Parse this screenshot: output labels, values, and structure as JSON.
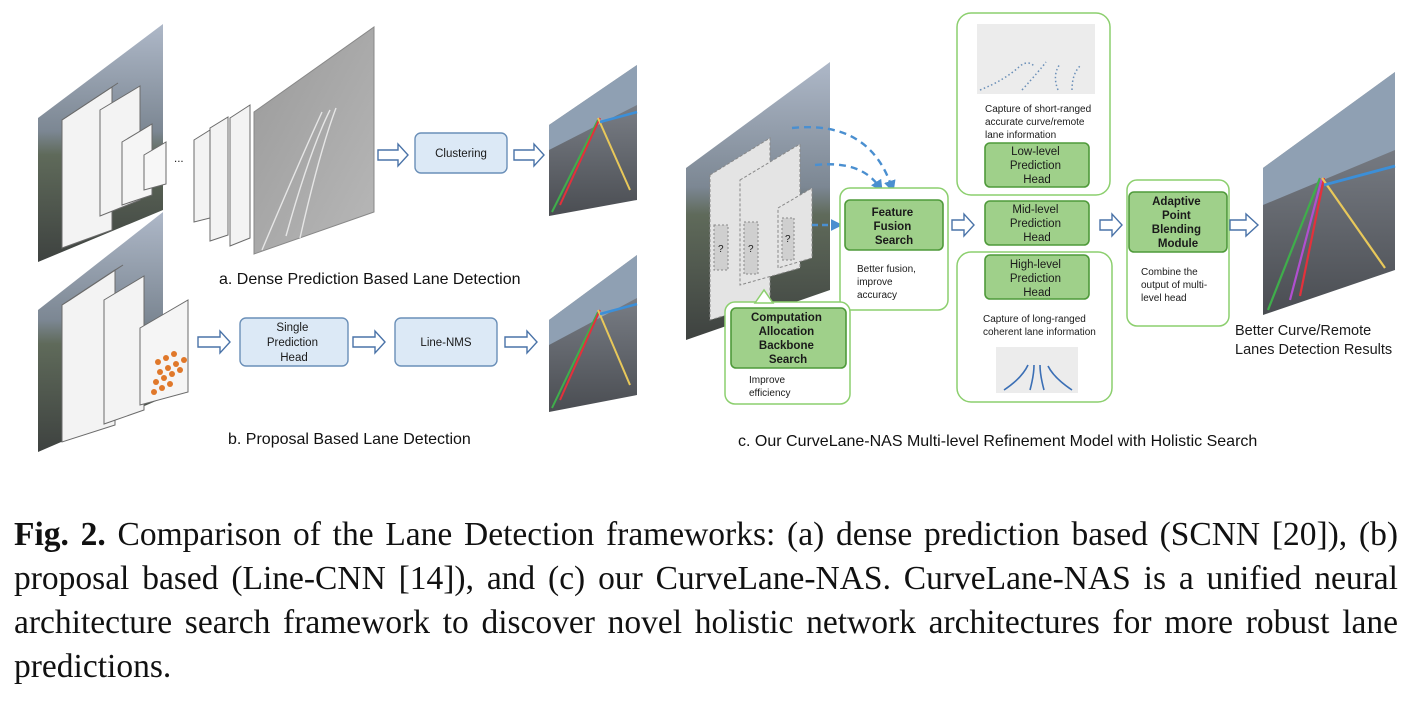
{
  "panel_a": {
    "ellipsis": "...",
    "clustering": "Clustering",
    "caption": "a. Dense Prediction Based Lane Detection"
  },
  "panel_b": {
    "head_lines": [
      "Single",
      "Prediction",
      "Head"
    ],
    "nms": "Line-NMS",
    "caption": "b. Proposal Based Lane Detection"
  },
  "panel_c": {
    "qmark": "?",
    "fusion_lines": [
      "Feature",
      "Fusion",
      "Search"
    ],
    "fusion_note": [
      "Better fusion,",
      "improve",
      "accuracy"
    ],
    "backbone_lines": [
      "Computation",
      "Allocation",
      "Backbone",
      "Search"
    ],
    "backbone_note": [
      "Improve",
      "efficiency"
    ],
    "low_desc": [
      "Capture of short-ranged",
      "accurate curve/remote",
      "lane information"
    ],
    "low_lines": [
      "Low-level",
      "Prediction",
      "Head"
    ],
    "mid_lines": [
      "Mid-level",
      "Prediction",
      "Head"
    ],
    "high_lines": [
      "High-level",
      "Prediction",
      "Head"
    ],
    "high_desc": [
      "Capture of long-ranged",
      "coherent lane information"
    ],
    "blend_lines": [
      "Adaptive",
      "Point",
      "Blending",
      "Module"
    ],
    "blend_note": [
      "Combine the",
      "output of multi-",
      "level head"
    ],
    "result": [
      "Better Curve/Remote",
      "Lanes Detection Results"
    ],
    "caption": "c. Our CurveLane-NAS Multi-level Refinement Model with Holistic Search"
  },
  "caption": {
    "label": "Fig. 2.",
    "text": " Comparison of the Lane Detection frameworks: (a) dense prediction based (SCNN [20]), (b) proposal based (Line-CNN [14]), and (c) our CurveLane-NAS. CurveLane-NAS is a unified neural architecture search framework to discover novel holistic network architectures for more robust lane predictions."
  },
  "colors": {
    "blue_box_fill": "#dce9f6",
    "blue_box_stroke": "#6a8fb8",
    "green_box_fill": "#9fd08a",
    "green_box_stroke": "#4f9a3a",
    "green_outline": "#8ccf6e",
    "dashed_arrow": "#4a8fd0"
  }
}
